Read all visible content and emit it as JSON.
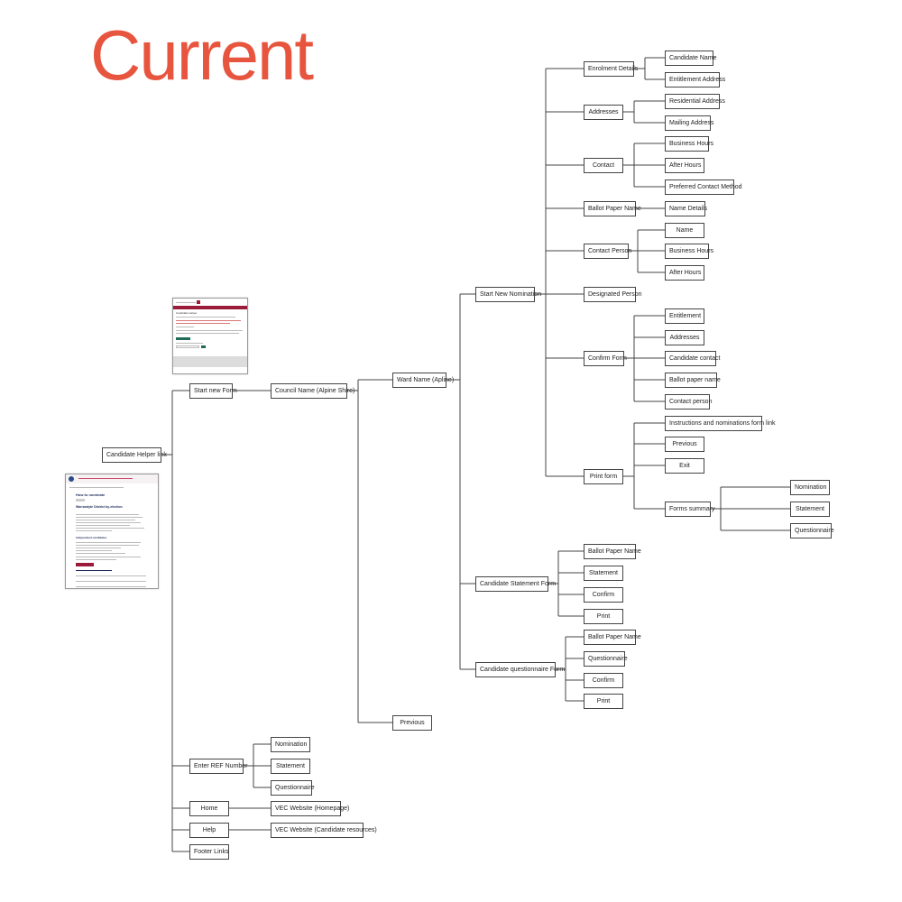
{
  "title": "Current",
  "nodes": {
    "candidate_helper_link": "Candidate Helper link",
    "start_new_form": "Start new Form",
    "council_name": "Council Name  (Alpine Shire)",
    "ward_name": "Ward Name (Apline)",
    "start_new_nomination": "Start New Nomination",
    "enrolment_details": "Enrolment Details",
    "candidate_name": "Candidate Name",
    "entitlement_address": "Entitlement Address",
    "addresses": "Addresses",
    "residential_address": "Residential Address",
    "mailing_address": "Mailing Address",
    "contact": "Contact",
    "business_hours": "Business Hours",
    "after_hours": "After Hours",
    "preferred_contact_method": "Preferred Contact Method",
    "ballot_paper_name": "Ballot Paper Name",
    "name_details": "Name Details",
    "contact_person": "Contact Person",
    "cp_name": "Name",
    "cp_business_hours": "Business Hours",
    "cp_after_hours": "After Hours",
    "designated_person": "Designated Person",
    "confirm_form": "Confirm Form",
    "cf_entitlement": "Entitlement",
    "cf_addresses": "Addresses",
    "cf_candidate_contact": "Candidate contact",
    "cf_ballot_paper_name": "Ballot paper name",
    "cf_contact_person": "Contact person",
    "print_form": "Print form",
    "instructions_link": "Instructions and nominations form link",
    "pf_previous": "Previous",
    "pf_exit": "Exit",
    "forms_summary": "Forms summary",
    "fs_nomination": "Nomination",
    "fs_statement": "Statement",
    "fs_questionnaire": "Questionnaire",
    "candidate_statement_form": "Candidate Statement Form",
    "csf_ballot_paper_name": "Ballot Paper Name",
    "csf_statement": "Statement",
    "csf_confirm": "Confirm",
    "csf_print": "Print",
    "candidate_questionnaire_form": "Candidate questionnaire Form",
    "cqf_ballot_paper_name": "Ballot Paper Name",
    "cqf_questionnaire": "Questionnaire",
    "cqf_confirm": "Confirm",
    "cqf_print": "Print",
    "ward_previous": "Previous",
    "enter_ref_number": "Enter REF Number",
    "ref_nomination": "Nomination",
    "ref_statement": "Statement",
    "ref_questionnaire": "Questionnaire",
    "home": "Home",
    "vec_homepage": "VEC Website (Homepage)",
    "help": "Help",
    "vec_candidate_resources": "VEC Website (Candidate resources)",
    "footer_links": "Footer Links"
  },
  "thumb_large": {
    "heading": "How to nominate",
    "subheading": "Warrandyte District by-election",
    "section": "Independent candidates",
    "button": "Nominate now"
  },
  "thumb_small": {
    "heading": "Candidate Helper"
  },
  "colors": {
    "title": "#e8553f",
    "line": "#444444",
    "thumb_accent": "#9b1c3a",
    "thumb_button": "#1f6b57"
  }
}
